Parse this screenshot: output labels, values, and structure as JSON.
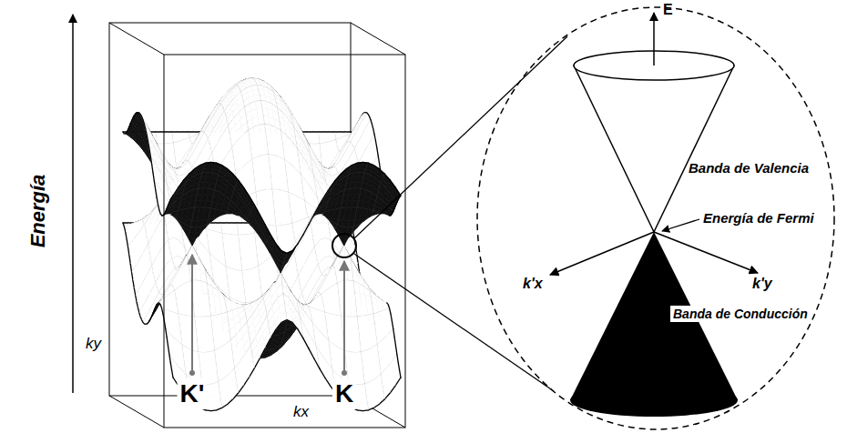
{
  "diagram": {
    "labels": [
      "Energía",
      "ky",
      "kx",
      "K'",
      "K",
      "E",
      "Banda de Valencia",
      "Energía de Fermi",
      "k'x",
      "k'y",
      "Banda de Conducción"
    ]
  }
}
